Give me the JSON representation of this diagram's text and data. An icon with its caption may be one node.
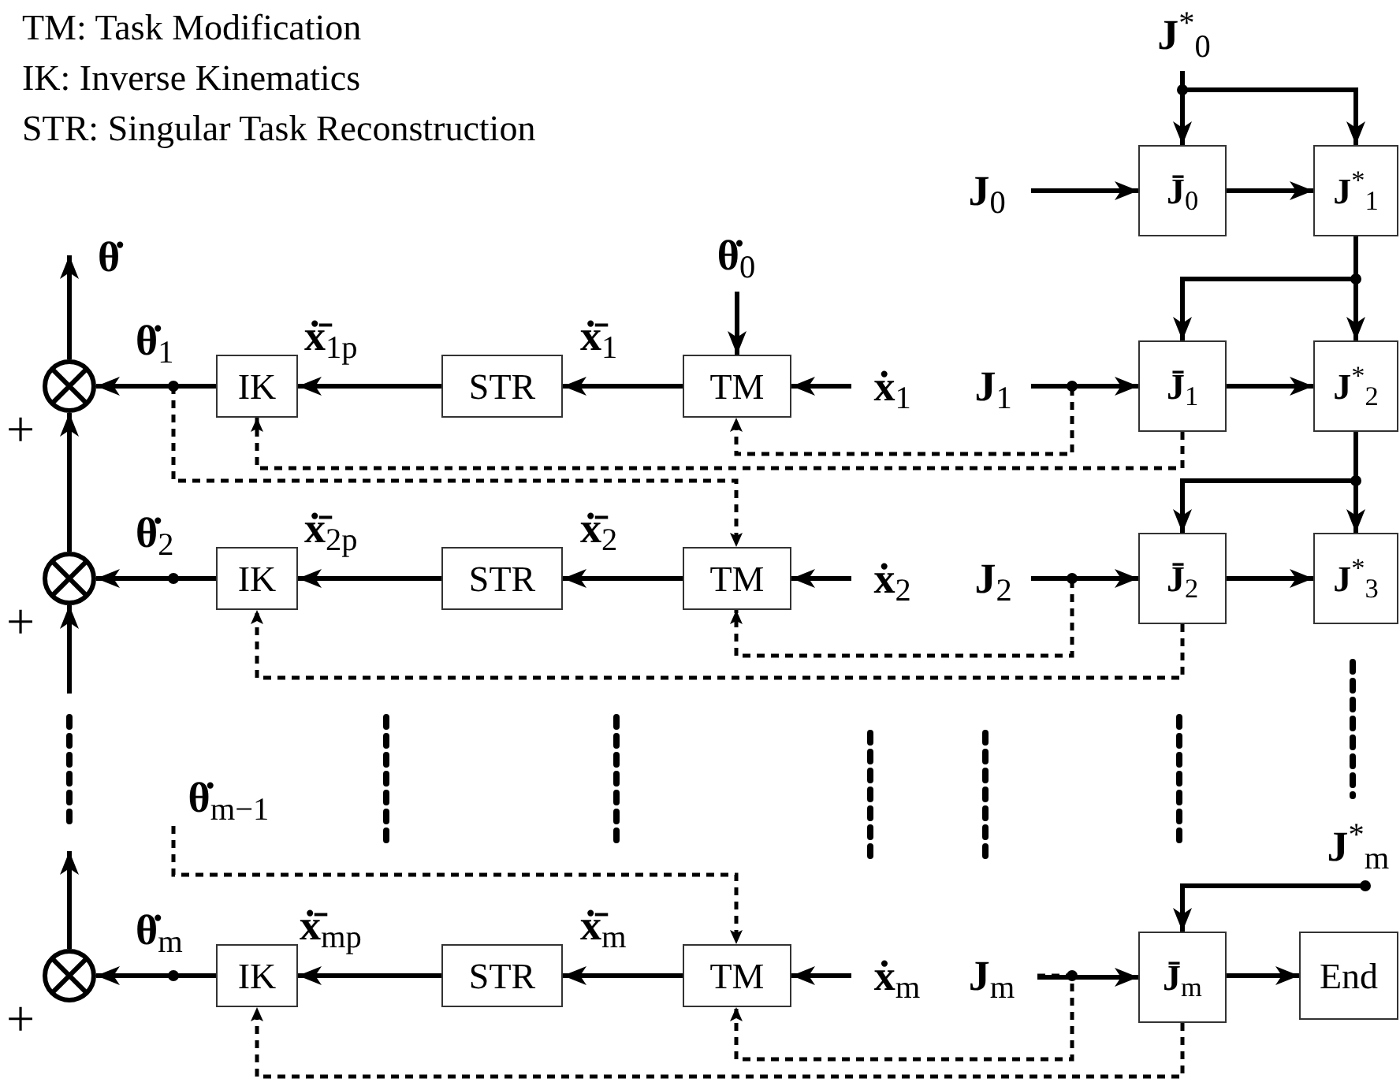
{
  "diagram": {
    "nodes": [
      {
        "text": [
          "**J**$^{*}$$_{0}$"
        ]
      },
      {
        "text": [
          "**J**$_{0}$"
        ]
      },
      {
        "text": [
          "**J̄**$_{0}$"
        ]
      },
      {
        "text": [
          "**J**$^{*}$$_{1}$"
        ]
      },
      {
        "text": [],
        "shape": "circle",
        "beside": [
          "+"
        ]
      },
      {
        "text": [
          "**θ̇**$_{0}$"
        ]
      },
      {
        "text": [
          "IK"
        ]
      },
      {
        "text": [
          "STR"
        ]
      },
      {
        "text": [
          "TM"
        ]
      },
      {
        "text": [
          "**ẋ**$_{1}$"
        ]
      },
      {
        "text": [
          "**J**$_{1}$"
        ]
      },
      {
        "text": [
          "**J̄**$_{1}$"
        ]
      },
      {
        "text": [
          "**J**$^{*}$$_{2}$"
        ]
      },
      {
        "text": [],
        "shape": "circle",
        "beside": [
          "+"
        ]
      },
      {
        "text": [
          "IK"
        ]
      },
      {
        "text": [
          "STR"
        ]
      },
      {
        "text": [
          "TM"
        ]
      },
      {
        "text": [
          "**ẋ**$_{2}$"
        ]
      },
      {
        "text": [
          "**J**$_{2}$"
        ]
      },
      {
        "text": [
          "**J̄**$_{2}$"
        ]
      },
      {
        "text": [
          "**J**$^{*}$$_{3}$"
        ]
      },
      {
        "text": [
          "**θ̇**$_{m−1}$"
        ]
      },
      {
        "text": [
          "**J**$^{*}$$_{m}$"
        ]
      },
      {
        "text": [],
        "shape": "circle",
        "beside": [
          "+"
        ]
      },
      {
        "text": [
          "IK"
        ]
      },
      {
        "text": [
          "STR"
        ]
      },
      {
        "text": [
          "TM"
        ]
      },
      {
        "text": [
          "**ẋ**$_{m}$"
        ]
      },
      {
        "text": [
          "**J**$_{m}$"
        ]
      },
      {
        "text": [
          "**J̄**$_{m}$"
        ]
      },
      {
        "text": [
          "End"
        ]
      }
    ],
    "edges": [
      {
        "from": 0,
        "to": 2,
        "arrow": "to"
      },
      {
        "from": 0,
        "to": 3,
        "arrow": "to"
      },
      {
        "from": 1,
        "to": 2,
        "arrow": "to"
      },
      {
        "from": 2,
        "to": 3,
        "arrow": "to"
      },
      {
        "from": 3,
        "to": 11,
        "arrow": "to"
      },
      {
        "from": 3,
        "to": 12,
        "arrow": "to"
      },
      {
        "from": 4,
        "to": null,
        "arrow": "to",
        "label": "**θ̇**"
      },
      {
        "from": 5,
        "to": 8,
        "arrow": "to"
      },
      {
        "from": 6,
        "to": 4,
        "arrow": "to",
        "label": "**θ̇**$_{1}$"
      },
      {
        "from": 6,
        "to": 16,
        "arrow": "to",
        "style": "dashed"
      },
      {
        "from": 7,
        "to": 6,
        "arrow": "to",
        "label": "**ẋ̄**$_{1p}$"
      },
      {
        "from": 8,
        "to": 7,
        "arrow": "to",
        "label": "**ẋ̄**$_{1}$"
      },
      {
        "from": 9,
        "to": 8,
        "arrow": "to"
      },
      {
        "from": 10,
        "to": 11,
        "arrow": "to"
      },
      {
        "from": 10,
        "to": 8,
        "arrow": "to",
        "style": "dashed"
      },
      {
        "from": 11,
        "to": 12,
        "arrow": "to"
      },
      {
        "from": 11,
        "to": 6,
        "arrow": "to",
        "style": "dashed"
      },
      {
        "from": 12,
        "to": 19,
        "arrow": "to"
      },
      {
        "from": 12,
        "to": 20,
        "arrow": "to"
      },
      {
        "from": 13,
        "to": 4,
        "arrow": "to"
      },
      {
        "from": 14,
        "to": 13,
        "arrow": "to",
        "label": "**θ̇**$_{2}$"
      },
      {
        "from": 15,
        "to": 14,
        "arrow": "to",
        "label": "**ẋ̄**$_{2p}$"
      },
      {
        "from": 16,
        "to": 15,
        "arrow": "to",
        "label": "**ẋ̄**$_{2}$"
      },
      {
        "from": 17,
        "to": 16,
        "arrow": "to"
      },
      {
        "from": 18,
        "to": 19,
        "arrow": "to"
      },
      {
        "from": 18,
        "to": 16,
        "arrow": "to",
        "style": "dashed"
      },
      {
        "from": 19,
        "to": 20,
        "arrow": "to"
      },
      {
        "from": 19,
        "to": 14,
        "arrow": "to",
        "style": "dashed"
      },
      {
        "from": 21,
        "to": 26,
        "arrow": "to",
        "style": "dashed"
      },
      {
        "from": 22,
        "to": 29,
        "arrow": "to"
      },
      {
        "from": null,
        "to": 13,
        "arrow": "to"
      },
      {
        "from": 23,
        "to": null,
        "arrow": "to"
      },
      {
        "from": 24,
        "to": 23,
        "arrow": "to",
        "label": "**θ̇**$_{m}$"
      },
      {
        "from": 25,
        "to": 24,
        "arrow": "to",
        "label": "**ẋ̄**$_{mp}$"
      },
      {
        "from": 26,
        "to": 25,
        "arrow": "to",
        "label": "**ẋ̄**$_{m}$"
      },
      {
        "from": 27,
        "to": 26,
        "arrow": "to"
      },
      {
        "from": 28,
        "to": 29,
        "arrow": "to"
      },
      {
        "from": 28,
        "to": 26,
        "arrow": "to",
        "style": "dashed"
      },
      {
        "from": 29,
        "to": 30,
        "arrow": "to"
      },
      {
        "from": 29,
        "to": 24,
        "arrow": "to",
        "style": "dashed"
      }
    ],
    "labels": [
      "TM: Task Modification",
      "IK: Inverse Kinematics",
      "STR: Singular Task Reconstruction"
    ]
  }
}
